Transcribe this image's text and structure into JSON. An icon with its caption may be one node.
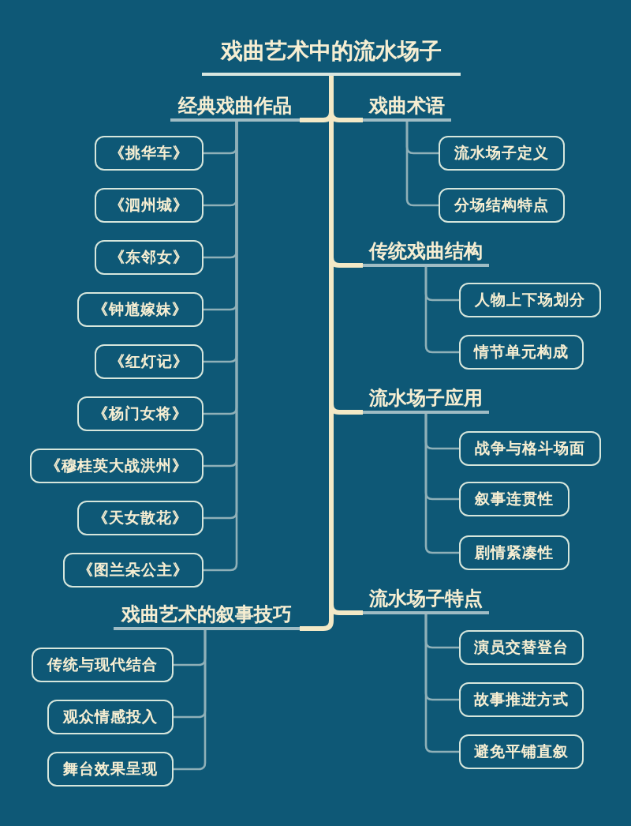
{
  "diagram": {
    "nodes": [
      {
        "text": [
          "戏曲艺术中的流水场子"
        ]
      },
      {
        "text": [
          "经典戏曲作品"
        ]
      },
      {
        "text": [
          "《挑华车》"
        ]
      },
      {
        "text": [
          "《泗州城》"
        ]
      },
      {
        "text": [
          "《东邻女》"
        ]
      },
      {
        "text": [
          "《钟馗嫁妹》"
        ]
      },
      {
        "text": [
          "《红灯记》"
        ]
      },
      {
        "text": [
          "《杨门女将》"
        ]
      },
      {
        "text": [
          "《穆桂英大战洪州》"
        ]
      },
      {
        "text": [
          "《天女散花》"
        ]
      },
      {
        "text": [
          "《图兰朵公主》"
        ]
      },
      {
        "text": [
          "戏曲术语"
        ]
      },
      {
        "text": [
          "流水场子定义"
        ]
      },
      {
        "text": [
          "分场结构特点"
        ]
      },
      {
        "text": [
          "传统戏曲结构"
        ]
      },
      {
        "text": [
          "人物上下场划分"
        ]
      },
      {
        "text": [
          "情节单元构成"
        ]
      },
      {
        "text": [
          "流水场子应用"
        ]
      },
      {
        "text": [
          "战争与格斗场面"
        ]
      },
      {
        "text": [
          "叙事连贯性"
        ]
      },
      {
        "text": [
          "剧情紧凑性"
        ]
      },
      {
        "text": [
          "流水场子特点"
        ]
      },
      {
        "text": [
          "演员交替登台"
        ]
      },
      {
        "text": [
          "故事推进方式"
        ]
      },
      {
        "text": [
          "避免平铺直叙"
        ]
      },
      {
        "text": [
          "戏曲艺术的叙事技巧"
        ]
      },
      {
        "text": [
          "传统与现代结合"
        ]
      },
      {
        "text": [
          "观众情感投入"
        ]
      },
      {
        "text": [
          "舞台效果呈现"
        ]
      }
    ],
    "edges": [
      {
        "from": 0,
        "to": 1,
        "arrow": "none",
        "style": "thick",
        "color": "#f3e9c6"
      },
      {
        "from": 1,
        "to": 2,
        "arrow": "none"
      },
      {
        "from": 1,
        "to": 3,
        "arrow": "none"
      },
      {
        "from": 1,
        "to": 4,
        "arrow": "none"
      },
      {
        "from": 1,
        "to": 5,
        "arrow": "none"
      },
      {
        "from": 1,
        "to": 6,
        "arrow": "none"
      },
      {
        "from": 1,
        "to": 7,
        "arrow": "none"
      },
      {
        "from": 1,
        "to": 8,
        "arrow": "none"
      },
      {
        "from": 1,
        "to": 9,
        "arrow": "none"
      },
      {
        "from": 1,
        "to": 10,
        "arrow": "none"
      },
      {
        "from": 0,
        "to": 11,
        "arrow": "none",
        "style": "thick",
        "color": "#f3e9c6"
      },
      {
        "from": 11,
        "to": 12,
        "arrow": "none"
      },
      {
        "from": 11,
        "to": 13,
        "arrow": "none"
      },
      {
        "from": 0,
        "to": 14,
        "arrow": "none",
        "style": "thick",
        "color": "#f3e9c6"
      },
      {
        "from": 14,
        "to": 15,
        "arrow": "none"
      },
      {
        "from": 14,
        "to": 16,
        "arrow": "none"
      },
      {
        "from": 0,
        "to": 17,
        "arrow": "none",
        "style": "thick",
        "color": "#f3e9c6"
      },
      {
        "from": 17,
        "to": 18,
        "arrow": "none"
      },
      {
        "from": 17,
        "to": 19,
        "arrow": "none"
      },
      {
        "from": 17,
        "to": 20,
        "arrow": "none"
      },
      {
        "from": 0,
        "to": 21,
        "arrow": "none",
        "style": "thick",
        "color": "#f3e9c6"
      },
      {
        "from": 21,
        "to": 22,
        "arrow": "none"
      },
      {
        "from": 21,
        "to": 23,
        "arrow": "none"
      },
      {
        "from": 21,
        "to": 24,
        "arrow": "none"
      },
      {
        "from": 0,
        "to": 25,
        "arrow": "none",
        "style": "thick",
        "color": "#f3e9c6"
      },
      {
        "from": 25,
        "to": 26,
        "arrow": "none"
      },
      {
        "from": 25,
        "to": 27,
        "arrow": "none"
      },
      {
        "from": 25,
        "to": 28,
        "arrow": "none"
      }
    ]
  }
}
